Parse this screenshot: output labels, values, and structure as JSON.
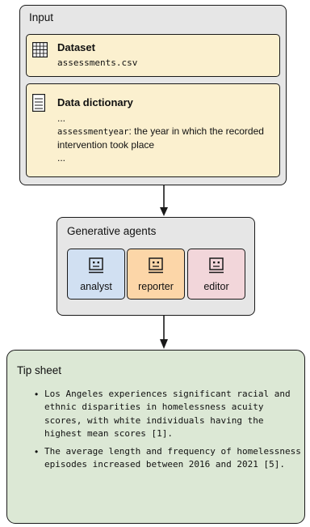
{
  "input": {
    "title": "Input",
    "dataset": {
      "icon": "table-grid-icon",
      "title": "Dataset",
      "file": "assessments.csv"
    },
    "data_dictionary": {
      "icon": "document-lines-icon",
      "title": "Data dictionary",
      "ellipsis_top": "...",
      "field_name": "assessmentyear",
      "field_description": ": the year in which the recorded intervention took place",
      "ellipsis_bottom": "..."
    }
  },
  "agents": {
    "title": "Generative agents",
    "items": [
      {
        "label": "analyst",
        "icon": "robot-face-icon",
        "color": "#d1e0f2"
      },
      {
        "label": "reporter",
        "icon": "robot-face-icon",
        "color": "#fcd6a8"
      },
      {
        "label": "editor",
        "icon": "robot-face-icon",
        "color": "#f2d6da"
      }
    ]
  },
  "tip_sheet": {
    "title": "Tip sheet",
    "bullets": [
      "Los Angeles experiences significant racial and ethnic disparities in homelessness acuity scores, with white individuals having the highest mean scores [1].",
      "The average length and frequency of homelessness episodes increased between 2016 and 2021 [5]."
    ]
  },
  "colors": {
    "panel_gray": "#e6e6e6",
    "card_yellow": "#fbf0cf",
    "tip_green": "#dce8d5"
  }
}
